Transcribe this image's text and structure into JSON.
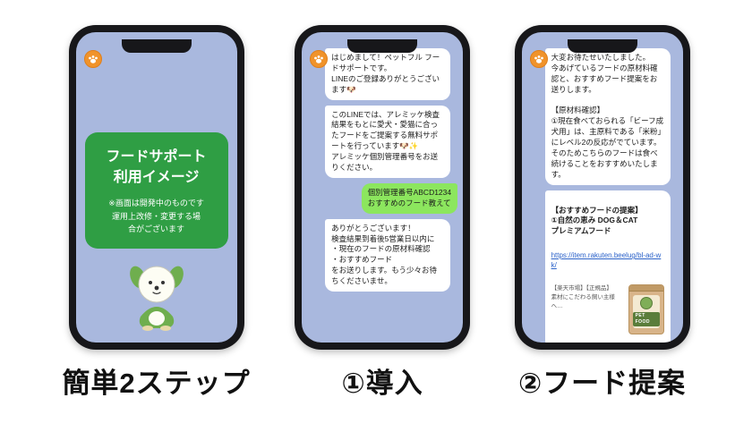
{
  "colors": {
    "screen_bg": "#a9b8de",
    "phone_body": "#17171a",
    "promo_green": "#2f9e44",
    "user_bubble_green": "#8ce65e",
    "brand_orange": "#f0932b",
    "link_blue": "#2b62c9"
  },
  "phones": [
    {
      "id": "intro",
      "caption": "簡単2ステップ",
      "screen": {
        "card_title": "フードサポート\n利用イメージ",
        "card_note": "※画面は開発中のものです\n運用上改修・変更する場\n合がございます"
      }
    },
    {
      "id": "step1",
      "caption": "①導入",
      "messages": [
        {
          "side": "bot",
          "text": "はじめまして！ペットフル フードサポートです。\nLINEのご登録ありがとうございます🐶"
        },
        {
          "side": "bot",
          "text": "このLINEでは、アレミッケ検査結果をもとに愛犬・愛猫に合ったフードをご提案する無料サポートを行っています🐶✨\nアレミッケ個別管理番号をお送りください。"
        },
        {
          "side": "user",
          "text": "個別管理番号ABCD1234\nおすすめのフード教えて"
        },
        {
          "side": "bot",
          "text": "ありがとうございます！\n検査結果到着後5営業日以内に\n・現在のフードの原材料確認\n・おすすめフード\nをお送りします。もう少々お待ちくださいませ。"
        }
      ]
    },
    {
      "id": "step2",
      "caption": "②フード提案",
      "messages": [
        {
          "side": "bot",
          "text": "大変お待たせいたしました。\n今あげているフードの原材料確認と、おすすめフード提案をお送りします。\n\n【原材料確認】\n①現在食べておられる「ビーフ成犬用」は、主原料である「米粉」にレベル2の反応がでています。そのためこちらのフードは食べ続けることをおすすめいたします。"
        }
      ],
      "proposal": {
        "title": "【おすすめフードの提案】\n①自然の恵み DOG＆CAT\nプレミアムフード",
        "link": "https://item.rakuten.beelug/bl-ad-wk/",
        "shop_note": "【楽天市場】【正規品】\n素材にこだわる飼い主様へ…",
        "product_label": "PET FOOD"
      }
    }
  ]
}
